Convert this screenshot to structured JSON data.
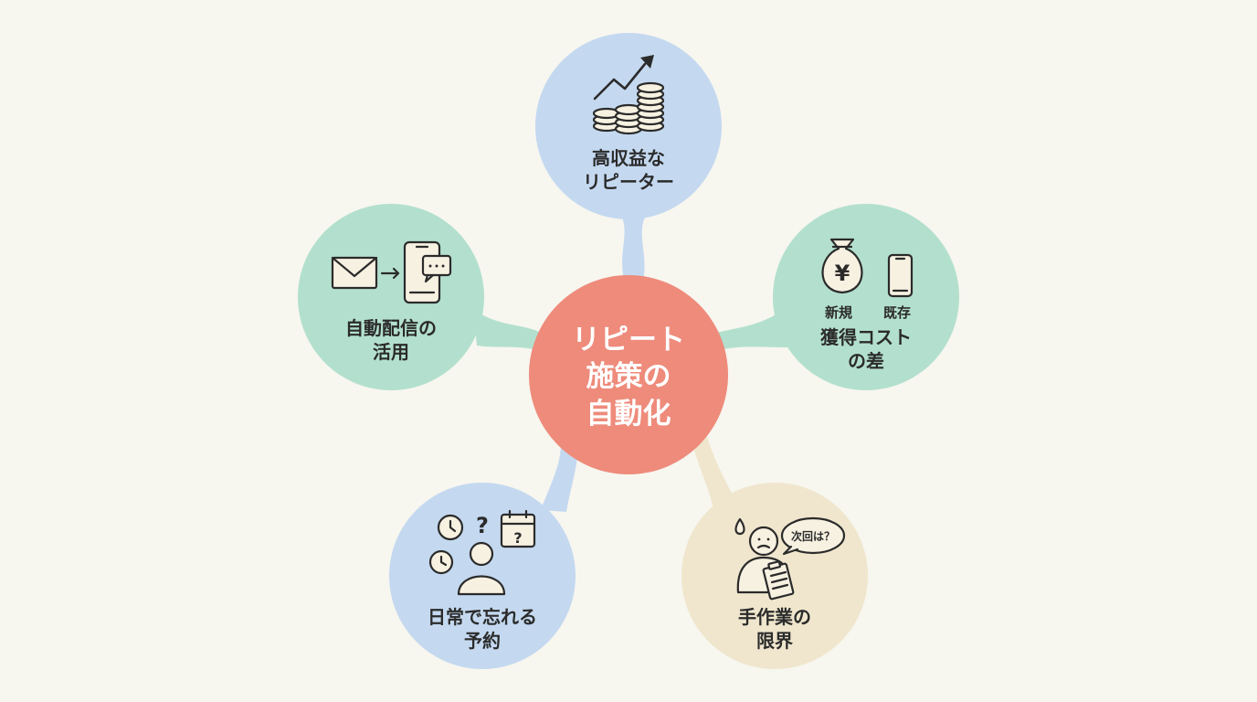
{
  "center": {
    "lines": [
      "リピート",
      "施策の",
      "自動化"
    ],
    "color": "#ee8b7b"
  },
  "nodes": {
    "top": {
      "lines": [
        "高収益な",
        "リピーター"
      ],
      "color": "#c4d9f0",
      "icon": "growth-chart-coins-icon"
    },
    "left": {
      "lines": [
        "自動配信の",
        "活用"
      ],
      "color": "#b3e0ce",
      "icon": "email-to-smartphone-icon"
    },
    "right": {
      "lines": [
        "獲得コスト",
        "の差"
      ],
      "color": "#b3e0ce",
      "icon": "money-bag-smartphone-icon",
      "sub_labels": [
        "新規",
        "既存"
      ],
      "currency_symbol": "¥"
    },
    "bottom_left": {
      "lines": [
        "日常で忘れる",
        "予約"
      ],
      "color": "#c4d9f0",
      "icon": "clock-calendar-question-person-icon",
      "question_mark": "?"
    },
    "bottom_right": {
      "lines": [
        "手作業の",
        "限界"
      ],
      "color": "#efe6cd",
      "icon": "worried-person-clipboard-icon",
      "speech_bubble": "次回は？"
    }
  }
}
